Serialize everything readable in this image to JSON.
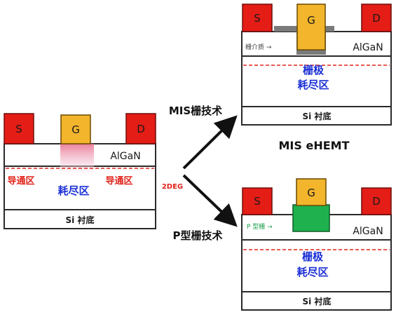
{
  "electrodes": {
    "source": "S",
    "gate": "G",
    "drain": "D"
  },
  "layers": {
    "barrier": "AlGaN",
    "substrate": "Si 衬底"
  },
  "left_device": {
    "conduction_region_left": "导通区",
    "conduction_region_right": "导通区",
    "depletion_region": "耗尽区",
    "channel_label": "2DEG"
  },
  "arrows": {
    "upper_label": "MIS栅技术",
    "lower_label": "P型栅技术"
  },
  "top_device": {
    "gate_dielectric_label": "栅介质 →",
    "depletion_line1": "栅极",
    "depletion_line2": "耗尽区",
    "caption": "MIS eHEMT"
  },
  "bottom_device": {
    "p_gate_label": "P 型栅 →",
    "depletion_line1": "栅极",
    "depletion_line2": "耗尽区"
  },
  "colors": {
    "source_drain": "#e41d16",
    "gate": "#f2b52c",
    "dielectric": "#7a7a7a",
    "p_gate": "#1fb14e",
    "two_deg_line": "#e2231a",
    "depletion_text": "#1b2fd6"
  }
}
